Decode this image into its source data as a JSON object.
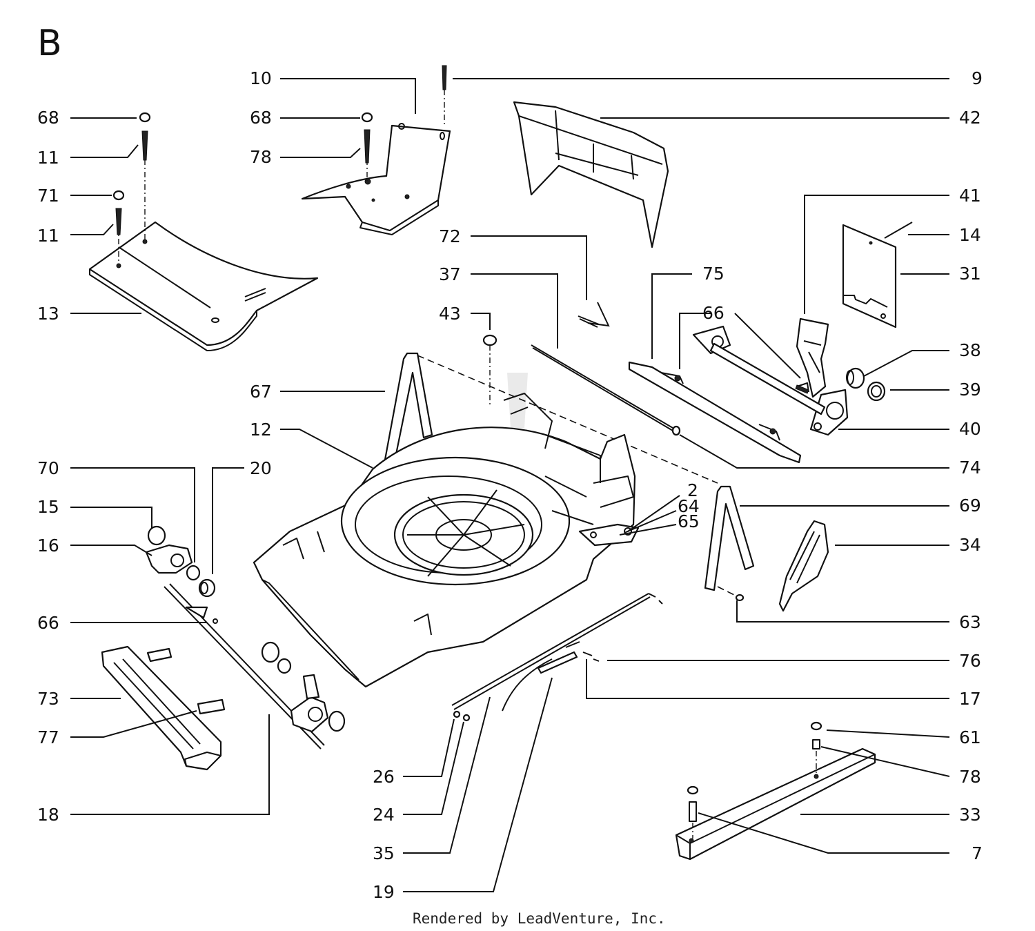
{
  "section_letter": "B",
  "credit": "Rendered by LeadVenture, Inc.",
  "callouts": [
    {
      "id": "c10",
      "text": "10"
    },
    {
      "id": "c9",
      "text": "9"
    },
    {
      "id": "c68a",
      "text": "68"
    },
    {
      "id": "c68b",
      "text": "68"
    },
    {
      "id": "c42",
      "text": "42"
    },
    {
      "id": "c11a",
      "text": "11"
    },
    {
      "id": "c78a",
      "text": "78"
    },
    {
      "id": "c71",
      "text": "71"
    },
    {
      "id": "c41",
      "text": "41"
    },
    {
      "id": "c11b",
      "text": "11"
    },
    {
      "id": "c72",
      "text": "72"
    },
    {
      "id": "c14",
      "text": "14"
    },
    {
      "id": "c37",
      "text": "37"
    },
    {
      "id": "c75",
      "text": "75"
    },
    {
      "id": "c31",
      "text": "31"
    },
    {
      "id": "c13",
      "text": "13"
    },
    {
      "id": "c43",
      "text": "43"
    },
    {
      "id": "c66a",
      "text": "66"
    },
    {
      "id": "c38",
      "text": "38"
    },
    {
      "id": "c67",
      "text": "67"
    },
    {
      "id": "c39",
      "text": "39"
    },
    {
      "id": "c12",
      "text": "12"
    },
    {
      "id": "c40",
      "text": "40"
    },
    {
      "id": "c70",
      "text": "70"
    },
    {
      "id": "c20",
      "text": "20"
    },
    {
      "id": "c74",
      "text": "74"
    },
    {
      "id": "c2",
      "text": "2"
    },
    {
      "id": "c64",
      "text": "64"
    },
    {
      "id": "c65",
      "text": "65"
    },
    {
      "id": "c69",
      "text": "69"
    },
    {
      "id": "c15",
      "text": "15"
    },
    {
      "id": "c16",
      "text": "16"
    },
    {
      "id": "c34",
      "text": "34"
    },
    {
      "id": "c66b",
      "text": "66"
    },
    {
      "id": "c63",
      "text": "63"
    },
    {
      "id": "c76",
      "text": "76"
    },
    {
      "id": "c73",
      "text": "73"
    },
    {
      "id": "c17",
      "text": "17"
    },
    {
      "id": "c77",
      "text": "77"
    },
    {
      "id": "c61",
      "text": "61"
    },
    {
      "id": "c26",
      "text": "26"
    },
    {
      "id": "c78b",
      "text": "78"
    },
    {
      "id": "c18",
      "text": "18"
    },
    {
      "id": "c24",
      "text": "24"
    },
    {
      "id": "c33",
      "text": "33"
    },
    {
      "id": "c35",
      "text": "35"
    },
    {
      "id": "c7",
      "text": "7"
    },
    {
      "id": "c19",
      "text": "19"
    }
  ]
}
